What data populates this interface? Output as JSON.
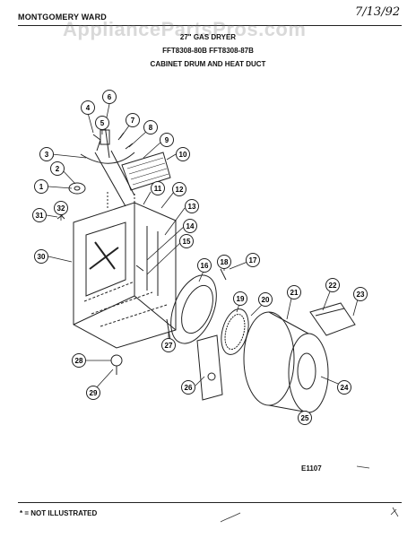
{
  "header": {
    "brand": "MONTGOMERY WARD",
    "handwritten_date": "7/13/92",
    "watermark": "AppliancePartsPros.com",
    "line1": "27\" GAS DRYER",
    "line2": "FFT8308-80B  FFT8308-87B",
    "line3": "CABINET DRUM AND HEAT DUCT"
  },
  "callouts": [
    "1",
    "2",
    "3",
    "4",
    "5",
    "6",
    "7",
    "8",
    "9",
    "10",
    "11",
    "12",
    "13",
    "14",
    "15",
    "16",
    "17",
    "18",
    "19",
    "20",
    "21",
    "22",
    "23",
    "24",
    "25",
    "26",
    "27",
    "28",
    "29",
    "30",
    "31",
    "32"
  ],
  "footer": {
    "diagram_code": "E1107",
    "legend": "* = NOT ILLUSTRATED"
  }
}
